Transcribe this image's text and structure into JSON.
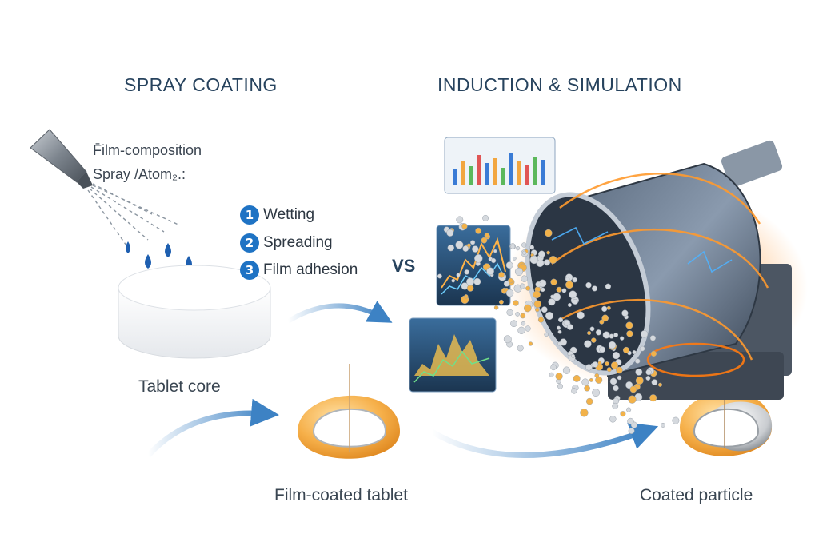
{
  "headings": {
    "left": "SPRAY COATING",
    "right": "INDUCTION & SIMULATION"
  },
  "notes": {
    "line1": "F̄ilm-composition",
    "line2": "Spray /Atom₂.:"
  },
  "steps": [
    {
      "number": "1",
      "label": "Wetting"
    },
    {
      "number": "2",
      "label": "Spreading"
    },
    {
      "number": "3",
      "label": "Film adhesion"
    }
  ],
  "vs_label": "VS",
  "labels": {
    "tablet_core": "Tablet core",
    "film_coated_tablet": "Film-coated tablet",
    "coated_particle": "Coated particle"
  },
  "colors": {
    "heading": "#27435e",
    "badge": "#1f73c4",
    "arrow": "#3d82c4",
    "coating": "#f2a640",
    "glow": "#ff8a1a",
    "droplet": "#1e5fb0"
  },
  "icons": [
    "spray-nozzle-icon",
    "droplet-icon",
    "tablet-core-icon",
    "coated-tablet-icon",
    "rotating-drum-icon",
    "chart-panel-icon",
    "coated-particle-icon",
    "flow-arrow-icon"
  ]
}
